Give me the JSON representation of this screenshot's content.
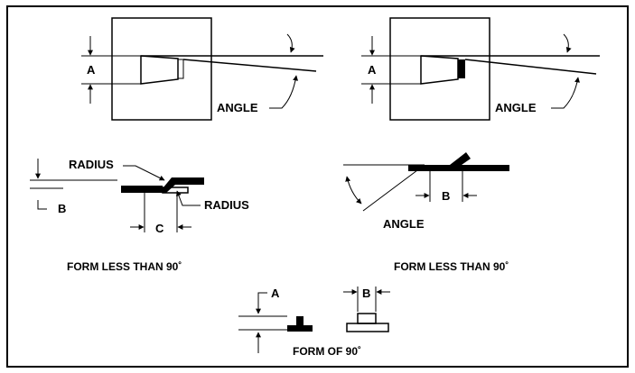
{
  "labels": {
    "a_top_left": "A",
    "a_top_right": "A",
    "angle_top_left": "ANGLE",
    "angle_top_right": "ANGLE",
    "radius_upper": "RADIUS",
    "radius_lower": "RADIUS",
    "b_left": "B",
    "c_left": "C",
    "b_right": "B",
    "angle_right": "ANGLE",
    "a_bottom": "A",
    "b_bottom": "B"
  },
  "captions": {
    "form_less_left": "FORM LESS THAN 90˚",
    "form_less_right": "FORM LESS THAN 90˚",
    "form_of_90": "FORM OF 90˚"
  },
  "colors": {
    "ink": "#000000",
    "paper": "#ffffff"
  }
}
